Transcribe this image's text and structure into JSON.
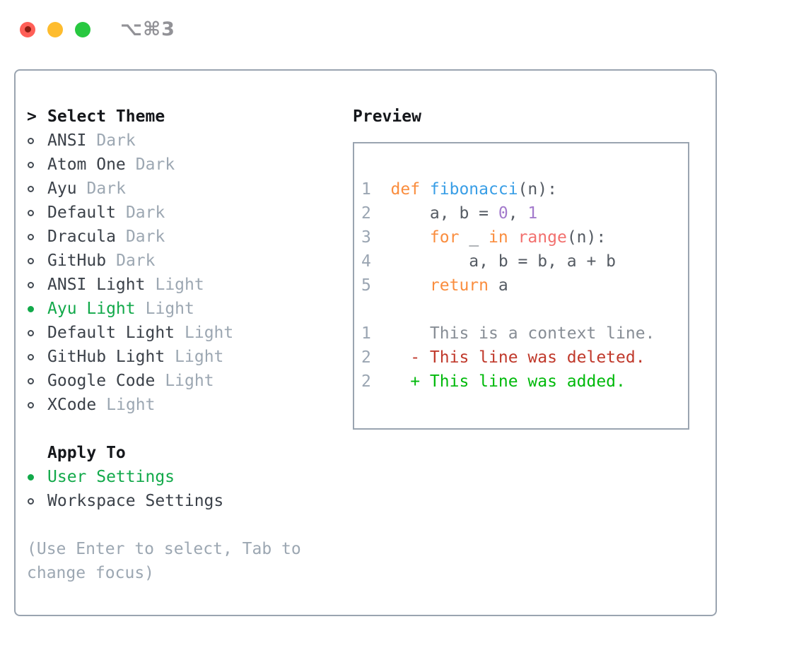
{
  "window": {
    "shortcut_label": "⌥⌘3"
  },
  "colors": {
    "traffic_red": "#ff5f57",
    "traffic_red_dot": "#8c1d12",
    "traffic_yellow": "#febc2e",
    "traffic_green": "#28c840",
    "panel_border": "#9aa4b0",
    "heading_text": "#15171b",
    "item_text": "#3b4149",
    "muted_text": "#9ca7b2",
    "selection_green": "#12a94a"
  },
  "theme_picker": {
    "header_prefix": ">",
    "header_label": "Select Theme",
    "items": [
      {
        "name": "ANSI",
        "variant": "Dark",
        "selected": false
      },
      {
        "name": "Atom One",
        "variant": "Dark",
        "selected": false
      },
      {
        "name": "Ayu",
        "variant": "Dark",
        "selected": false
      },
      {
        "name": "Default",
        "variant": "Dark",
        "selected": false
      },
      {
        "name": "Dracula",
        "variant": "Dark",
        "selected": false
      },
      {
        "name": "GitHub",
        "variant": "Dark",
        "selected": false
      },
      {
        "name": "ANSI Light",
        "variant": "Light",
        "selected": false
      },
      {
        "name": "Ayu Light",
        "variant": "Light",
        "selected": true
      },
      {
        "name": "Default Light",
        "variant": "Light",
        "selected": false
      },
      {
        "name": "GitHub Light",
        "variant": "Light",
        "selected": false
      },
      {
        "name": "Google Code",
        "variant": "Light",
        "selected": false
      },
      {
        "name": "XCode",
        "variant": "Light",
        "selected": false
      }
    ],
    "apply_to": {
      "label": "Apply To",
      "options": [
        {
          "name": "User Settings",
          "selected": true
        },
        {
          "name": "Workspace Settings",
          "selected": false
        }
      ]
    },
    "hint_lines": [
      "(Use Enter to select, Tab to",
      "change focus)"
    ]
  },
  "preview": {
    "title": "Preview",
    "colors": {
      "kw": "#fa8d3e",
      "fn": "#399ee6",
      "special": "#f2706e",
      "num": "#a37acc",
      "plain": "#555b63",
      "context": "#878d95",
      "removed": "#c0392b",
      "added": "#00b90b",
      "line_number": "#9aa5b2"
    },
    "lines": [
      {
        "num": "1",
        "segments": [
          [
            "def ",
            "kw"
          ],
          [
            "fibonacci",
            "fn"
          ],
          [
            "(n):",
            "plain"
          ]
        ]
      },
      {
        "num": "2",
        "segments": [
          [
            "    a, b = ",
            "plain"
          ],
          [
            "0",
            "num"
          ],
          [
            ", ",
            "plain"
          ],
          [
            "1",
            "num"
          ]
        ]
      },
      {
        "num": "3",
        "segments": [
          [
            "    ",
            "plain"
          ],
          [
            "for",
            "kw"
          ],
          [
            " _ ",
            "plain"
          ],
          [
            "in",
            "kw"
          ],
          [
            " ",
            "plain"
          ],
          [
            "range",
            "special"
          ],
          [
            "(n):",
            "plain"
          ]
        ]
      },
      {
        "num": "4",
        "segments": [
          [
            "        a, b = b, a + b",
            "plain"
          ]
        ]
      },
      {
        "num": "5",
        "segments": [
          [
            "    ",
            "plain"
          ],
          [
            "return",
            "kw"
          ],
          [
            " a",
            "plain"
          ]
        ]
      },
      {
        "num": "",
        "segments": []
      },
      {
        "num": "1",
        "segments": [
          [
            "    This is a context line.",
            "context"
          ]
        ]
      },
      {
        "num": "2",
        "segments": [
          [
            "  - This line was deleted.",
            "removed"
          ]
        ]
      },
      {
        "num": "2",
        "segments": [
          [
            "  + This line was added.",
            "added"
          ]
        ]
      }
    ]
  }
}
